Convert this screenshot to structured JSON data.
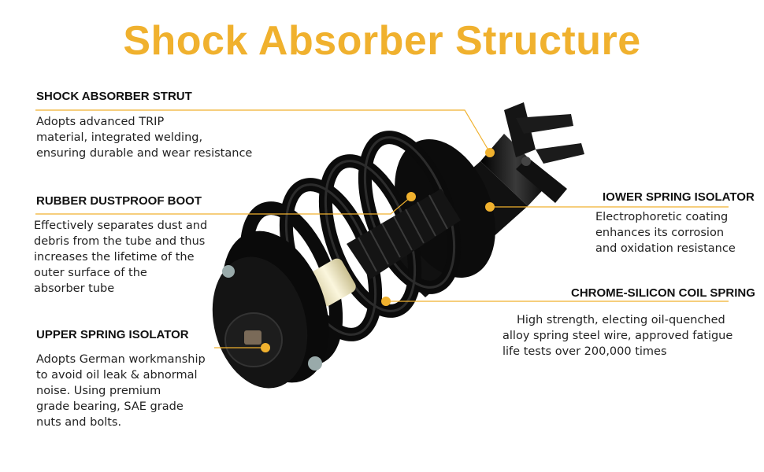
{
  "title": "Shock Absorber Structure",
  "colors": {
    "accent": "#F0B12E",
    "text": "#222222",
    "strut": "#111111"
  },
  "callouts": {
    "strut": {
      "label": "SHOCK ABSORBER STRUT",
      "lines": [
        "Adopts advanced TRIP",
        "material, integrated welding,",
        "ensuring durable and wear resistance"
      ]
    },
    "boot": {
      "label": "RUBBER DUSTPROOF BOOT",
      "lines": [
        "Effectively separates dust and",
        "debris from the tube and thus",
        "increases the lifetime of the",
        "outer surface of the",
        "absorber tube"
      ]
    },
    "upper": {
      "label": "UPPER SPRING ISOLATOR",
      "lines": [
        "Adopts German workmanship",
        "to avoid oil leak & abnormal",
        "noise. Using premium",
        "grade bearing, SAE grade",
        "nuts and bolts."
      ]
    },
    "lower": {
      "label": "IOWER SPRING ISOLATOR",
      "lines": [
        "Electrophoretic coating",
        "enhances its corrosion",
        "and oxidation resistance"
      ]
    },
    "coil": {
      "label": "CHROME-SILICON COIL SPRING",
      "lines": [
        "High strength, electing oil-quenched",
        "alloy spring steel wire, approved fatigue",
        "life tests over 200,000 times"
      ]
    }
  }
}
